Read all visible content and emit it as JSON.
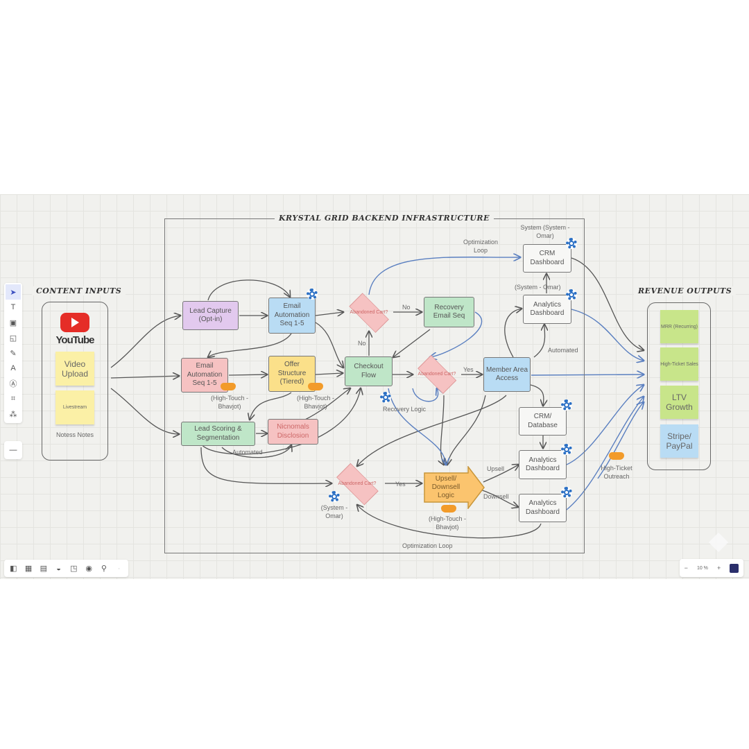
{
  "frame_title": "KRYSTAL GRID BACKEND INFRASTRUCTURE",
  "content_inputs": {
    "title": "CONTENT INPUTS",
    "youtube": "YouTube",
    "video_upload": "Video Upload",
    "livestream": "Livestream",
    "notes": "Notess Notes"
  },
  "revenue_outputs": {
    "title": "REVENUE OUTPUTS",
    "items": [
      "MRR (Recurring)",
      "High-Ticket Sales",
      "LTV Growth",
      "Stripe/ PayPal"
    ]
  },
  "nodes": {
    "lead_capture": "Lead Capture (Opt-in)",
    "email_auto_1": "Email Automation Seq 1-5",
    "abandoned_1": "Abandoned Cart?",
    "recovery_email": "Recovery Email Seq",
    "email_auto_2": "Email Automation Seq 1-5",
    "offer": "Offer Structure (Tiered)",
    "checkout": "Checkout Flow",
    "abandoned_2": "Abandoned Cart?",
    "member": "Member Area Access",
    "lead_scoring": "Lead Scoring & Segmentation",
    "nicnomals": "Nicnomals Disclosion",
    "abandoned_3": "Abandoned Cart?",
    "upsell": "Upsell/ Downsell Logic",
    "crm_dash": "CRM Dashboard",
    "analytics_1": "Analytics Dashboard",
    "crm_db": "CRM/ Database",
    "analytics_2": "Analytics Dashboard",
    "analytics_3": "Analytics Dashboard"
  },
  "labels": {
    "system_top": "System (System - Omar)",
    "opt_loop_top": "Optimization Loop",
    "system_omar_1": "(System - Omar)",
    "no_1": "No",
    "no_2": "No",
    "yes_1": "Yes",
    "yes_2": "Yes",
    "recovery_logic": "Recovery Logic",
    "automated_1": "Automated",
    "automated_2": "Automated",
    "high_touch_1": "(High-Touch - Bhavjot)",
    "high_touch_2": "(High-Touch - Bhavjot)",
    "high_touch_3": "(High-Touch - Bhavjot)",
    "system_omar_2": "(System - Omar)",
    "upsell": "Upsell",
    "downsell": "Downsell",
    "opt_loop_bottom": "Optimization Loop",
    "high_ticket_outreach": "High-Ticket Outreach"
  },
  "zoom": {
    "minus": "−",
    "level": "10 %",
    "plus": "+"
  },
  "toolbar": {
    "more": "—"
  }
}
